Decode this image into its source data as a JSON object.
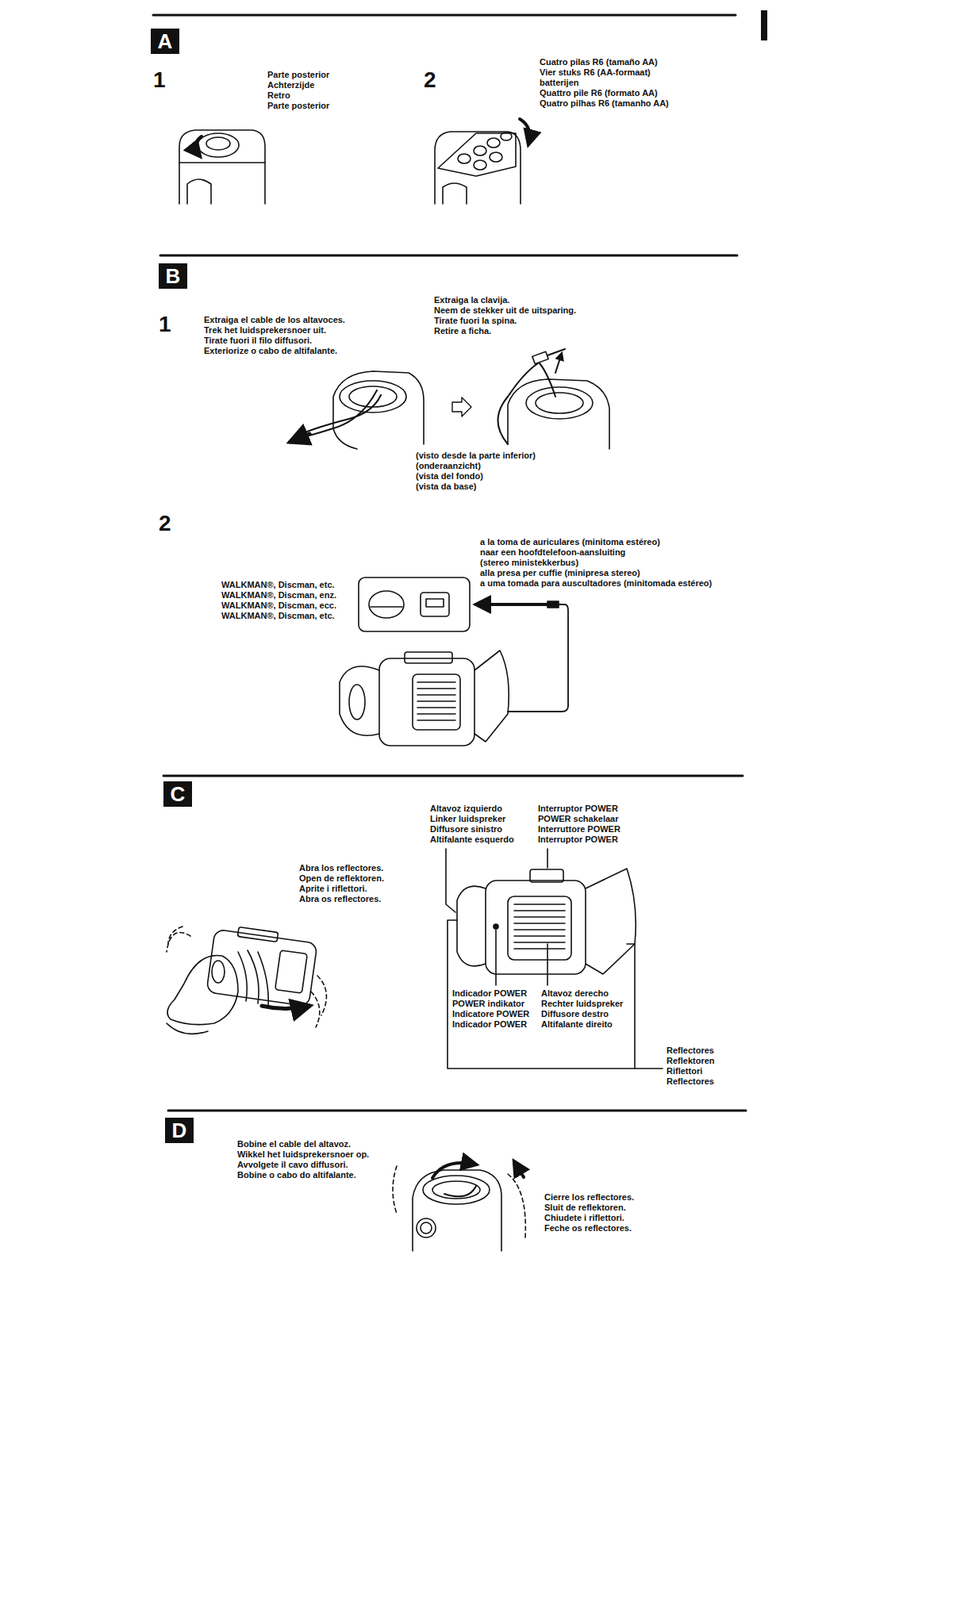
{
  "diagram": {
    "nodes": [
      {
        "text": [
          "A"
        ]
      },
      {
        "text": [
          "B"
        ]
      },
      {
        "text": [
          "C"
        ]
      },
      {
        "text": [
          "D"
        ]
      }
    ],
    "labels": [
      "1",
      "Parte posterior",
      "Achterzijde",
      "Retro",
      "Parte posterior",
      "2",
      "Cuatro pilas R6 (tamaño AA)",
      "Vier stuks R6 (AA-formaat)",
      "batterijen",
      "Quattro pile R6 (formato AA)",
      "Quatro pilhas R6 (tamanho AA)",
      "1",
      "Extraiga el cable de los altavoces.",
      "Trek het luidsprekersnoer uit.",
      "Tirate fuori il filo diffusori.",
      "Exteriorize o cabo de altifalante.",
      "Extraiga la clavija.",
      "Neem de stekker uit de uitsparing.",
      "Tirate fuori la spina.",
      "Retire a ficha.",
      "(visto desde la parte inferior)",
      "(onderaanzicht)",
      "(vista del fondo)",
      "(vista da base)",
      "2",
      "a la toma de auriculares (minitoma estéreo)",
      "naar een hoofdtelefoon-aansluiting",
      "(stereo ministekkerbus)",
      "alla presa per cuffie (minipresa stereo)",
      "a uma tomada para auscultadores (minitomada estéreo)",
      "WALKMAN®, Discman, etc.",
      "WALKMAN®, Discman, enz.",
      "WALKMAN®, Discman, ecc.",
      "WALKMAN®, Discman, etc.",
      "Abra los reflectores.",
      "Open de reflektoren.",
      "Aprite i riflettori.",
      "Abra os reflectores.",
      "Altavoz izquierdo",
      "Linker luidspreker",
      "Diffusore sinistro",
      "Altifalante esquerdo",
      "Interruptor POWER",
      "POWER schakelaar",
      "Interruttore POWER",
      "Interruptor POWER",
      "Indicador POWER",
      "POWER indikator",
      "Indicatore POWER",
      "Indicador POWER",
      "Altavoz derecho",
      "Rechter luidspreker",
      "Diffusore destro",
      "Altifalante direito",
      "Reflectores",
      "Reflektoren",
      "Riflettori",
      "Reflectores",
      "Bobine el cable del altavoz.",
      "Wikkel het luidsprekersnoer op.",
      "Avvolgete il cavo diffusori.",
      "Bobine o cabo do altifalante.",
      "Cierre los reflectores.",
      "Sluit de reflektoren.",
      "Chiudete i riflettori.",
      "Feche os reflectores."
    ]
  }
}
